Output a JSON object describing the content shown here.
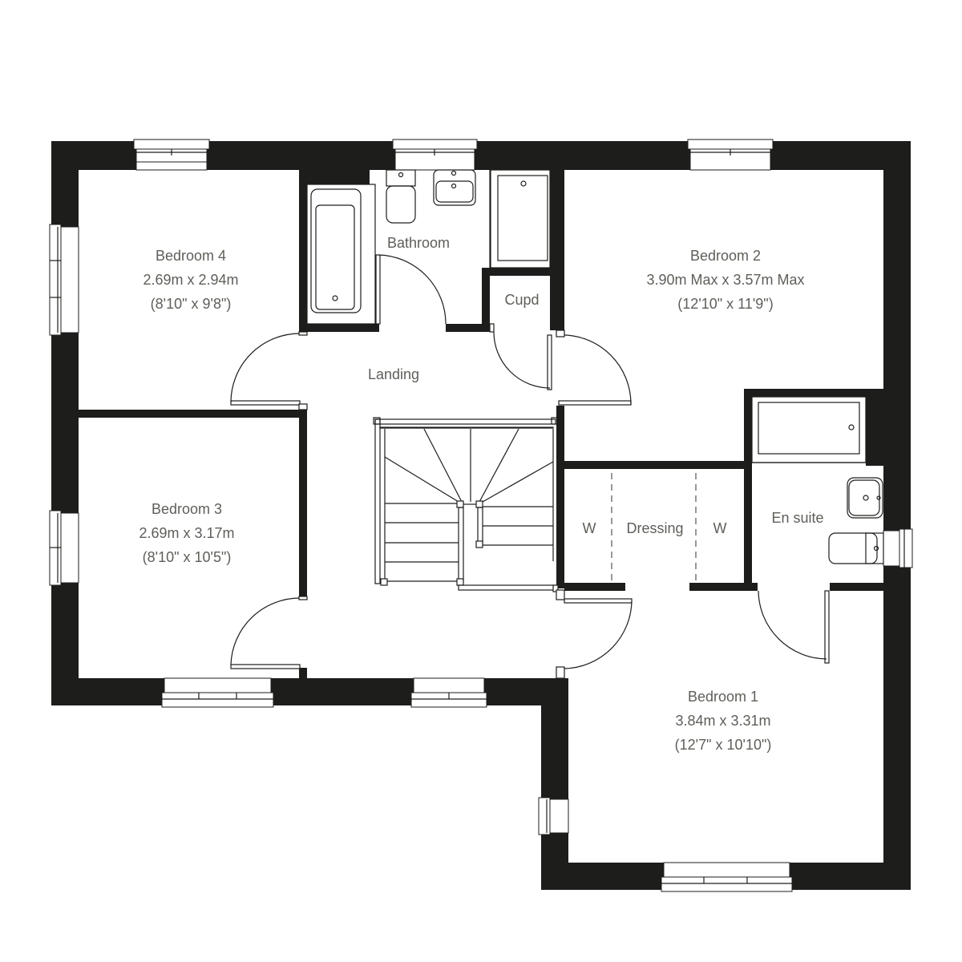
{
  "plan": {
    "colors": {
      "wall": "#1d1d1b",
      "text": "#5f5e59",
      "background": "#ffffff"
    },
    "rooms": {
      "bedroom4": {
        "name": "Bedroom 4",
        "metric": "2.69m x 2.94m",
        "imperial": "(8'10\" x 9'8\")"
      },
      "bedroom3": {
        "name": "Bedroom 3",
        "metric": "2.69m x 3.17m",
        "imperial": "(8'10\" x 10'5\")"
      },
      "bedroom2": {
        "name": "Bedroom 2",
        "metric": "3.90m Max x 3.57m Max",
        "imperial": "(12'10\" x 11'9\")"
      },
      "bedroom1": {
        "name": "Bedroom 1",
        "metric": "3.84m x 3.31m",
        "imperial": "(12'7\" x 10'10\")"
      },
      "bathroom": {
        "name": "Bathroom"
      },
      "cupd": {
        "name": "Cupd"
      },
      "landing": {
        "name": "Landing"
      },
      "dressing": {
        "name": "Dressing"
      },
      "wardrobe_left": {
        "name": "W"
      },
      "wardrobe_right": {
        "name": "W"
      },
      "ensuite": {
        "name": "En suite"
      }
    }
  }
}
